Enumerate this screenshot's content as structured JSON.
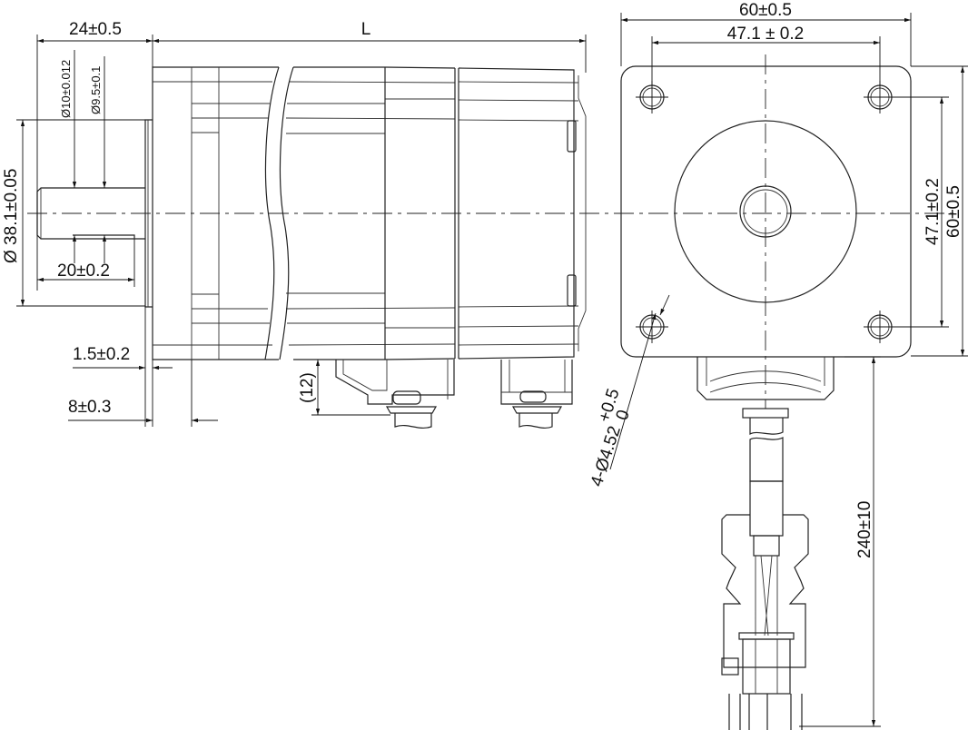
{
  "title": "Stepper motor outline drawing",
  "side_view": {
    "dims": {
      "flange_to_shaft": "24±0.5",
      "length": "L",
      "shaft_dia": "Ø10±0.012",
      "flat_dia": "Ø9.5±0.1",
      "pilot_dia": "Ø 38.1±0.05",
      "flat_length": "20±0.2",
      "pilot_height": "1.5±0.2",
      "flange_thickness": "8±0.3",
      "connector_height": "(12)"
    }
  },
  "front_view": {
    "dims": {
      "width": "60±0.5",
      "hole_spacing_h": "47.1 ± 0.2",
      "hole_spacing_v": "47.1±0.2",
      "height": "60±0.5",
      "holes": "4-Ø4.52",
      "holes_tol_upper": "+0.5",
      "holes_tol_lower": "0",
      "cable_length": "240±10"
    }
  }
}
